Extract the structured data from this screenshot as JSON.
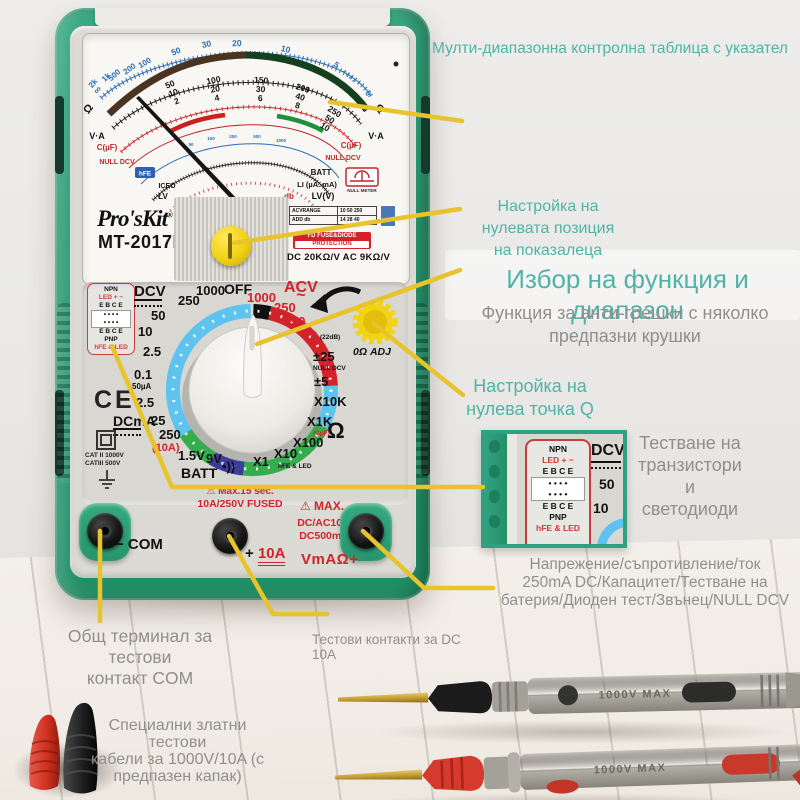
{
  "colors": {
    "accent_yellow": "#e8c32b",
    "teal_text": "#4fb4a5",
    "gray_text": "#8f8f8f",
    "meter_green": "#2b9b73",
    "ring_cyan": "#5ec4ef",
    "ring_red": "#d2232a",
    "ring_green": "#35ac4e",
    "ring_navy": "#3c3c9b"
  },
  "callouts": {
    "multi_range": "Мулти-диапазонна контролна таблица с указател",
    "zero_pos": [
      "Настройка на",
      "нулевата позиция",
      "на показалеца"
    ],
    "function_select": "Избор на функция и диапазон",
    "anti_error": [
      "Функция за анти-грешки с няколко",
      "предпазни крушки"
    ],
    "zero_q": [
      "Настройка на",
      "нулева точка Q"
    ],
    "transistor": [
      "Тестване на",
      "транзистори",
      "и",
      "светодиоди"
    ],
    "ranges": [
      "Напрежение/съпротивление/ток",
      "250mA DC/Капацитет/Тестване на",
      "батерия/Диоден тест/Звънец/NULL DCV"
    ],
    "com": [
      "Общ терминал за тестови",
      "контакт COM"
    ],
    "dc10a": "Тестови контакти за DC 10A",
    "probes": [
      "Специални златни тестови",
      "кабели за 1000V/10A (с",
      "предпазен капак)"
    ]
  },
  "meter": {
    "brand": "Pro'sKit",
    "reg": "®",
    "model": "MT-2017N",
    "window": {
      "blue": [
        "2k",
        "1k",
        "500",
        "200",
        "100",
        "50",
        "30",
        "20",
        "10",
        "5"
      ],
      "blue_tail": "4 3 2 1",
      "zero": "0",
      "inf": "∞",
      "ohm_l": "Ω",
      "ohm_r": "Ω",
      "t1": [
        "50",
        "10",
        "2"
      ],
      "t2": [
        "100",
        "20",
        "4"
      ],
      "t3": [
        "150",
        "30",
        "6"
      ],
      "t4": [
        "200",
        "40",
        "8"
      ],
      "t5": [
        "250",
        "50",
        "10"
      ],
      "va_l": "V·A",
      "va_r": "V·A",
      "cuf_l": "C(µF)",
      "cuf_r": "C(µF)",
      "null_l": "NULL DCV",
      "null_r": "NULL DCV",
      "hfe": "hFE",
      "iceo": "ICEO",
      "lv": "LV",
      "batt": "BATT",
      "li": "LI (µA. mA)",
      "lvv": "LV(V)",
      "db": "db",
      "nullmeter": "NULL METER",
      "mini": [
        "50",
        "100",
        "200",
        "500",
        "1000"
      ],
      "acv_t1": "ACVRANGE",
      "acv_t2": "10 50 250",
      "add_t1": "ADD db",
      "add_t2": "14 28 40",
      "fd": "FD",
      "fuse1": "FUSE&DIODE",
      "fuse2": "PROTECTION",
      "spec": "DC 20KΩ/V AC 9KΩ/V"
    },
    "sel": {
      "dcv": "DCV",
      "off": "OFF",
      "acv": "ACV",
      "d250": "250",
      "d1000": "1000",
      "d50": "50",
      "d10": "10",
      "d2_5": "2.5",
      "d0_1": "0.1",
      "d50ua": "50µA",
      "m2_5": "2.5",
      "dcma": "DCmA",
      "m25": "25",
      "m250": "250",
      "m10a": "(10A)",
      "b1_5": "1.5V",
      "b9": "9V",
      "batt": "BATT",
      "snd": "•))",
      "a1000": "1000",
      "a250": "250",
      "a50": "50",
      "a10": "10",
      "db22": "(22dB)",
      "pm25": "±25",
      "nulldcv": "NULL DCV",
      "pm5": "±5",
      "x10k": "X10K",
      "x1k": "X1K",
      "cuf": "(CµF)",
      "x100": "X100",
      "ohm": "Ω",
      "x10": "X10",
      "x1": "X1",
      "hfeled": "hFE & LED",
      "oadj": "0Ω ADJ",
      "ce": "CE",
      "cat1": "CAT II 1000V",
      "cat2": "CATIII 500V",
      "npn": "NPN",
      "led": "LED + −",
      "ebce": "E B C E",
      "dots": "• • • •",
      "pnp": "PNP"
    },
    "term": {
      "w1": "⚠ Max.15 sec.",
      "w2": "10A/250V FUSED",
      "w3": "⚠ MAX.",
      "w4": "DC/AC1000V",
      "w5": "DC500mA",
      "com": "− COM",
      "plus": "+",
      "a10": "10A",
      "vmao": "VmAΩ+"
    }
  },
  "inset": {
    "npn": "NPN",
    "led": "LED + −",
    "ebce": "E B C E",
    "dots": "• • • •",
    "pnp": "PNP",
    "hfeled": "hFE & LED",
    "dcv": "DCV",
    "v50": "50",
    "v10": "10"
  },
  "probes": {
    "label": "1000V MAX"
  }
}
